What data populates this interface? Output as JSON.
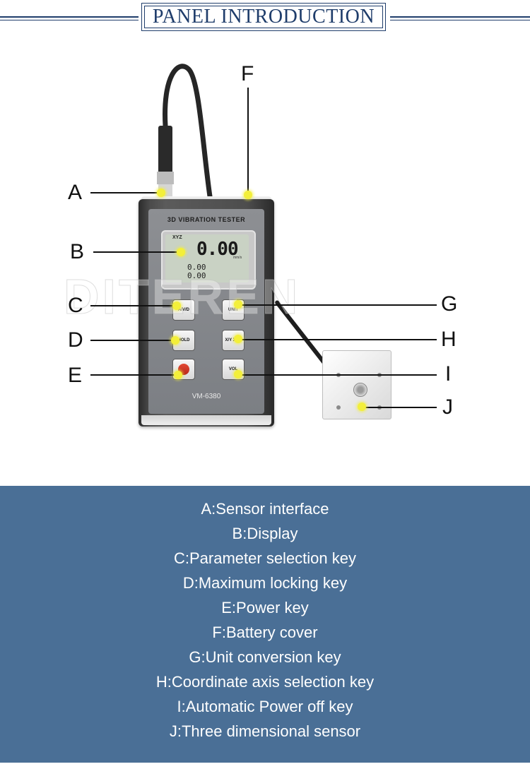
{
  "header": {
    "title": "PANEL INTRODUCTION"
  },
  "device": {
    "label": "3D VIBRATION TESTER",
    "model": "VM-6380",
    "display": {
      "axis": "XYZ",
      "main_value": "0.00",
      "unit": "mm/s",
      "line1": "0.00",
      "line2": "0.00"
    },
    "keys": {
      "c": "A/V/D",
      "d": "HOLD",
      "g": "UNIT",
      "h": "X/Y XYZ",
      "i": "VOL"
    }
  },
  "watermark": "DITEREN",
  "callouts": [
    "A",
    "B",
    "C",
    "D",
    "E",
    "F",
    "G",
    "H",
    "I",
    "J"
  ],
  "legend": [
    "A:Sensor interface",
    "B:Display",
    "C:Parameter selection key",
    "D:Maximum locking key",
    "E:Power key",
    "F:Battery cover",
    "G:Unit conversion key",
    "H:Coordinate axis selection key",
    "I:Automatic Power off key",
    "J:Three dimensional sensor"
  ],
  "colors": {
    "header": "#1f3d6b",
    "legend_bg": "#4a6f96",
    "marker": "#f3ef3a"
  }
}
